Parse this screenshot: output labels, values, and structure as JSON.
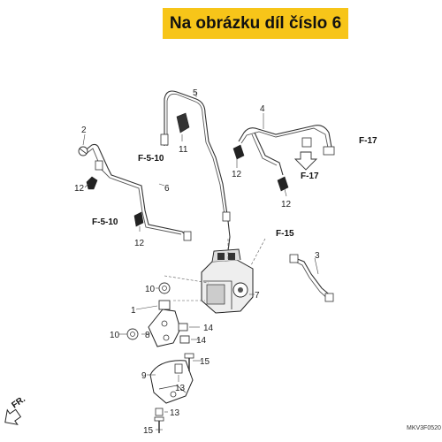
{
  "banner": {
    "text": "Na obrázku díl číslo 6",
    "color": "#f7c519"
  },
  "part_numbers": {
    "p1": "1",
    "p2": "2",
    "p3": "3",
    "p4": "4",
    "p5": "5",
    "p6": "6",
    "p7": "7",
    "p8": "8",
    "p9": "9",
    "p10a": "10",
    "p10b": "10",
    "p11": "11",
    "p12a": "12",
    "p12b": "12",
    "p12c": "12",
    "p12d": "12",
    "p13a": "13",
    "p13b": "13",
    "p14a": "14",
    "p14b": "14",
    "p15a": "15",
    "p15b": "15"
  },
  "references": {
    "f510a": "F-5-10",
    "f510b": "F-5-10",
    "f15": "F-15",
    "f17a": "F-17",
    "f17b": "F-17",
    "fr": "FR."
  },
  "diagram_code": "MKV3F0520"
}
